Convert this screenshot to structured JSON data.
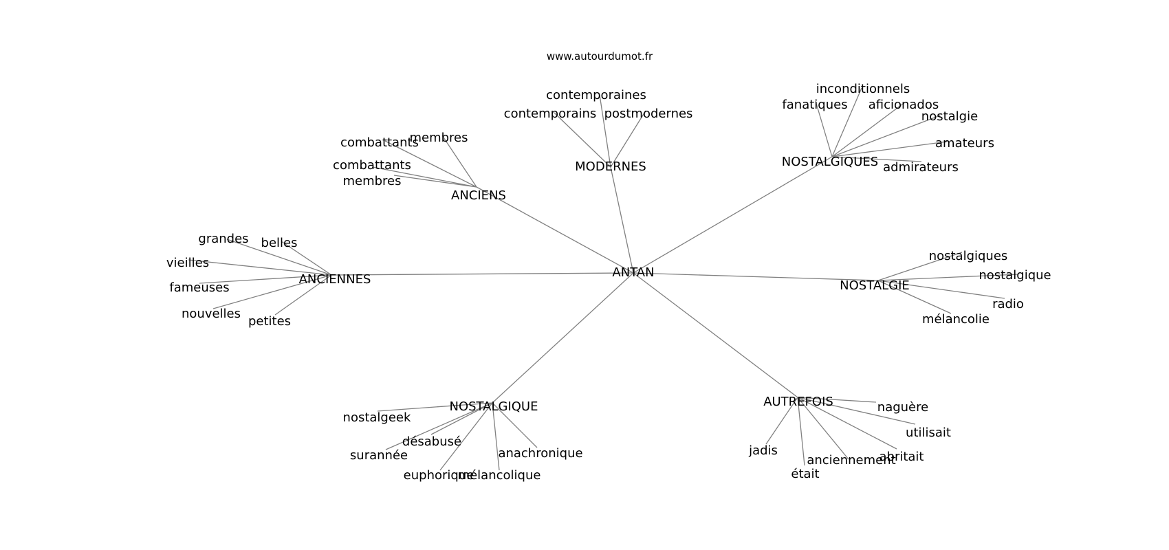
{
  "source_label": "www.autourdumot.fr",
  "root": "ANTAN",
  "colors": {
    "edge": "#808080",
    "text": "#000000",
    "background": "#ffffff"
  },
  "hubs": [
    {
      "label": "MODERNES",
      "leaves": [
        "contemporaines",
        "contemporains",
        "postmodernes"
      ]
    },
    {
      "label": "NOSTALGIQUES",
      "leaves": [
        "inconditionnels",
        "fanatiques",
        "aficionados",
        "nostalgie",
        "amateurs",
        "admirateurs"
      ]
    },
    {
      "label": "ANCIENS",
      "leaves": [
        "combattants",
        "membres",
        "combattants",
        "membres"
      ]
    },
    {
      "label": "ANCIENNES",
      "leaves": [
        "grandes",
        "belles",
        "vieilles",
        "fameuses",
        "nouvelles",
        "petites"
      ]
    },
    {
      "label": "NOSTALGIE",
      "leaves": [
        "nostalgiques",
        "nostalgique",
        "radio",
        "mélancolie"
      ]
    },
    {
      "label": "NOSTALGIQUE",
      "leaves": [
        "nostalgeek",
        "désabusé",
        "surannée",
        "anachronique",
        "euphorique",
        "mélancolique"
      ]
    },
    {
      "label": "AUTREFOIS",
      "leaves": [
        "naguère",
        "utilisait",
        "jadis",
        "abritait",
        "anciennement",
        "était"
      ]
    }
  ]
}
